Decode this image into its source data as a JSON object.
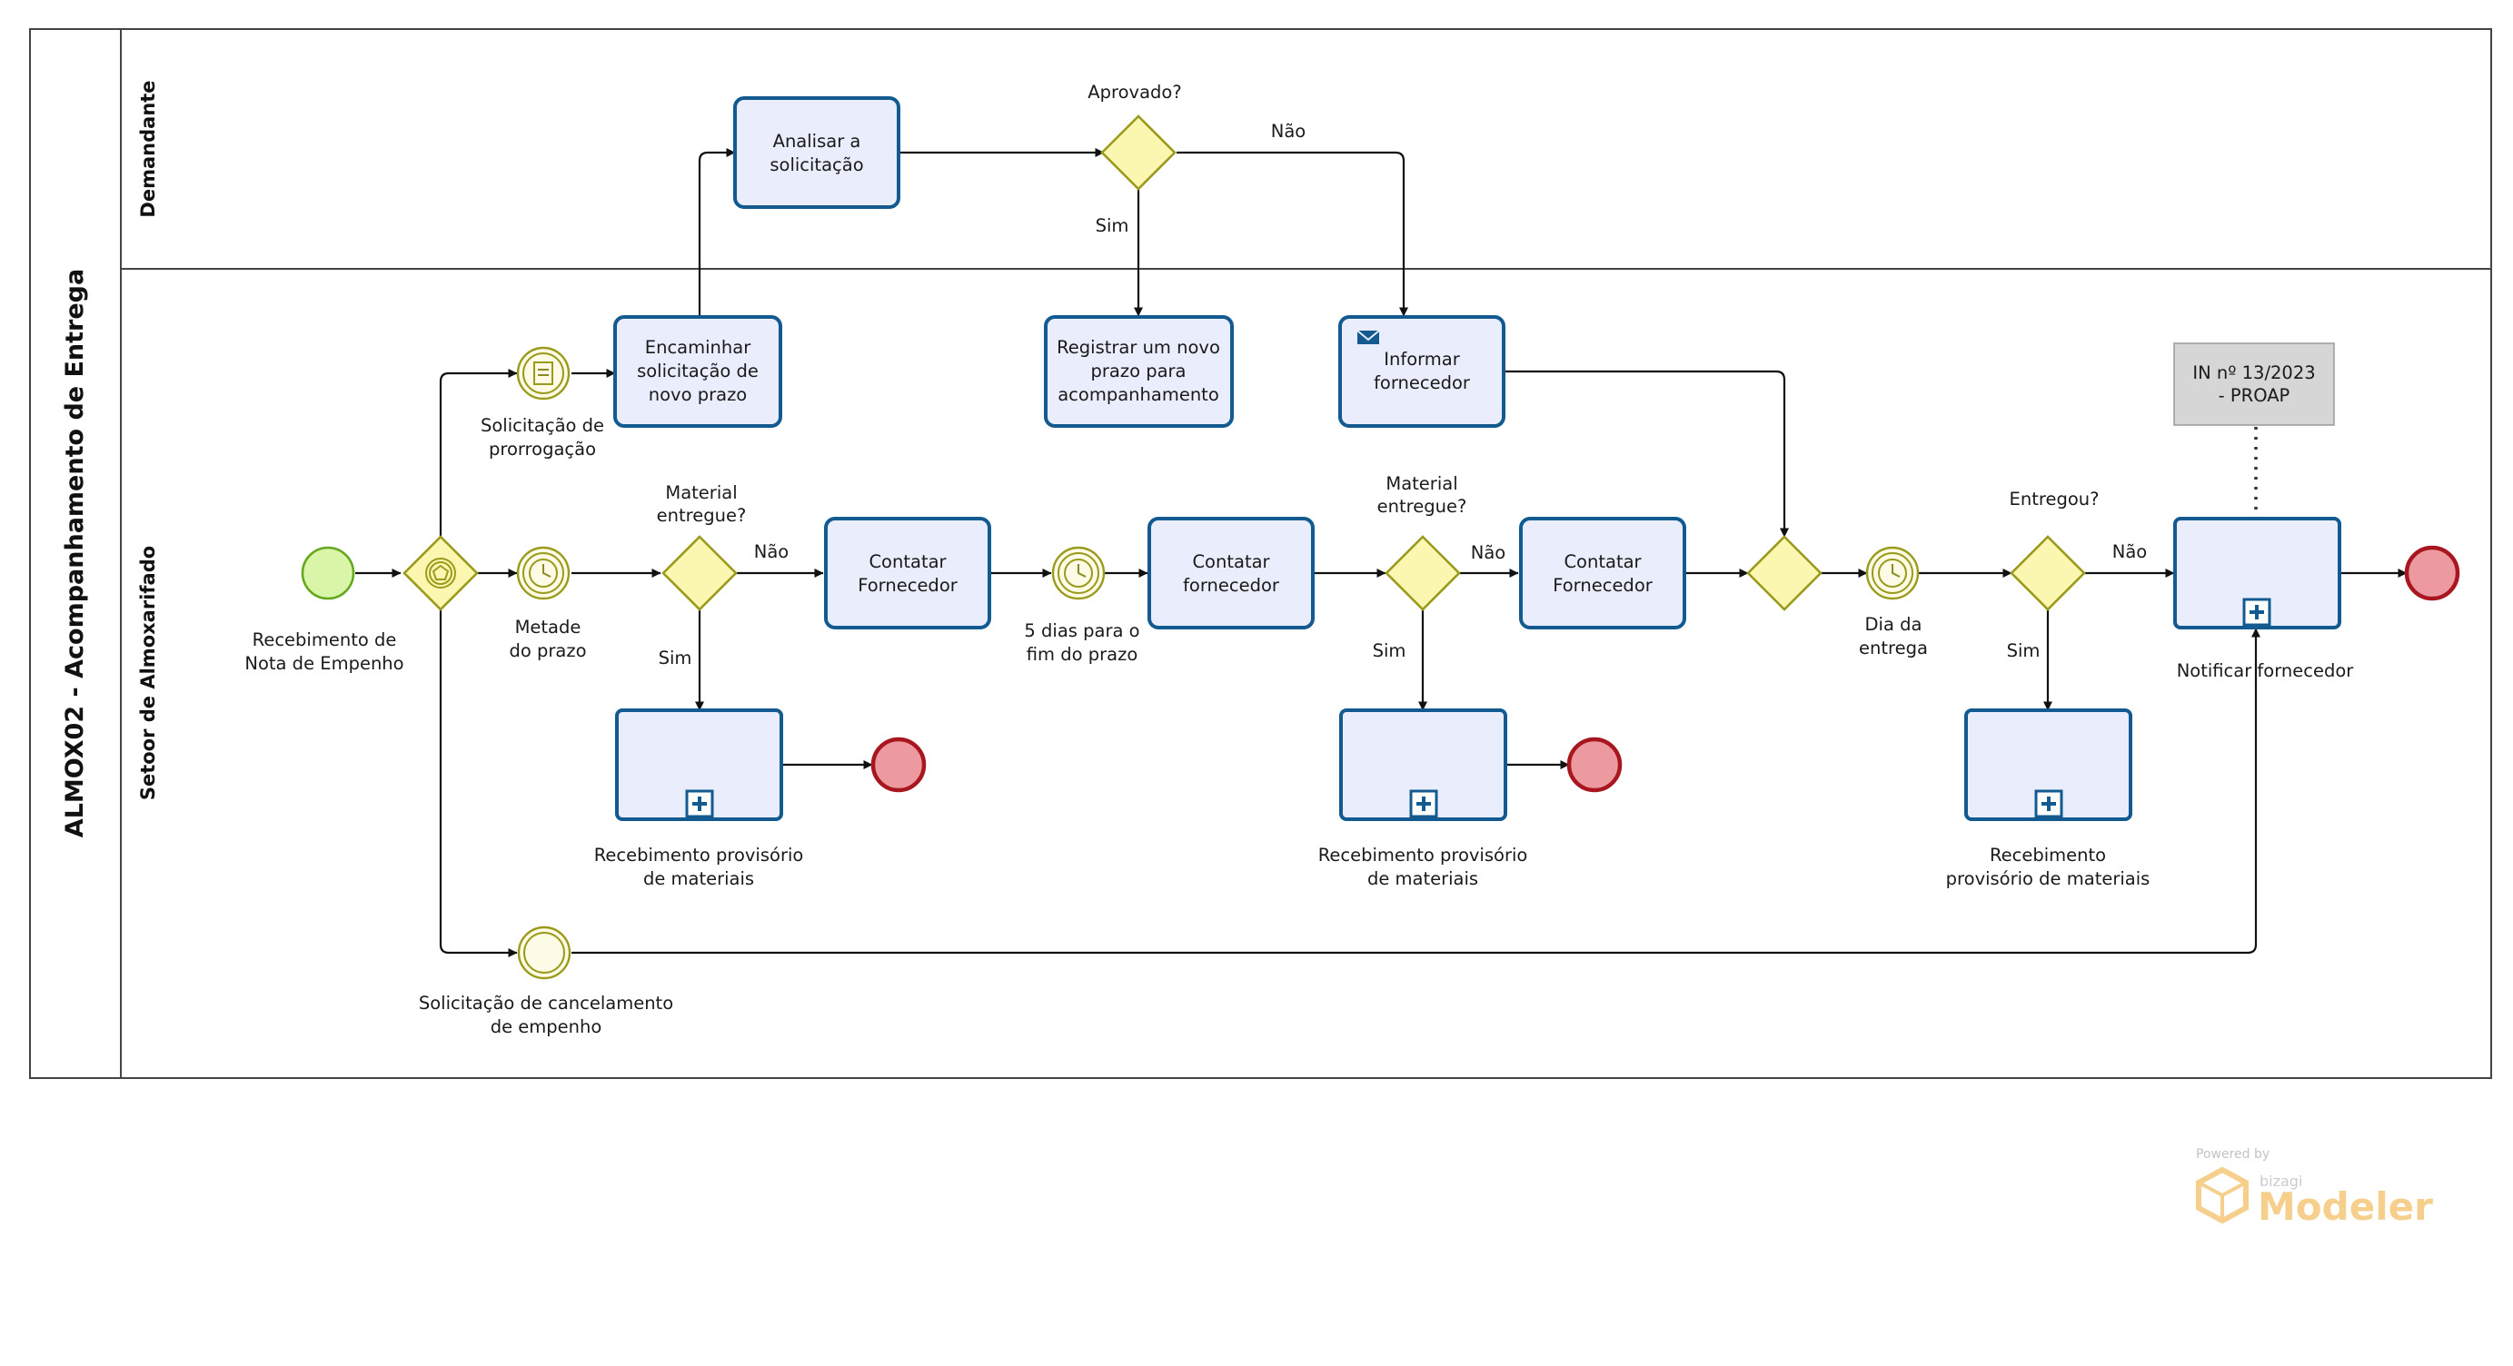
{
  "pool": {
    "title": "ALMOX02 - Acompanhamento de Entrega"
  },
  "lanes": {
    "demandante": "Demandante",
    "almoxarifado": "Setoor de Almoxarifado"
  },
  "tasks": {
    "analisar_l1": "Analisar a",
    "analisar_l2": "solicitação",
    "encaminhar_l1": "Encaminhar",
    "encaminhar_l2": "solicitação de",
    "encaminhar_l3": "novo prazo",
    "registrar_l1": "Registrar um novo",
    "registrar_l2": "prazo para",
    "registrar_l3": "acompanhamento",
    "informar_l1": "Informar",
    "informar_l2": "fornecedor",
    "contatar1_l1": "Contatar",
    "contatar1_l2": "Fornecedor",
    "contatar2_l1": "Contatar",
    "contatar2_l2": "fornecedor",
    "contatar3_l1": "Contatar",
    "contatar3_l2": "Fornecedor"
  },
  "subprocesses": {
    "receb1_l1": "Recebimento provisório",
    "receb1_l2": "de materiais",
    "receb2_l1": "Recebimento provisório",
    "receb2_l2": "de materiais",
    "receb3_l1": "Recebimento",
    "receb3_l2": "provisório de materiais",
    "notificar": "Notificar fornecedor"
  },
  "events": {
    "start_l1": "Recebimento de",
    "start_l2": "Nota de Empenho",
    "prorrogacao_l1": "Solicitação de",
    "prorrogacao_l2": "prorrogação",
    "metade_l1": "Metade",
    "metade_l2": "do prazo",
    "cincodias_l1": "5 dias para o",
    "cincodias_l2": "fim do prazo",
    "diaentrega_l1": "Dia da",
    "diaentrega_l2": "entrega",
    "cancelamento_l1": "Solicitação de cancelamento",
    "cancelamento_l2": "de empenho"
  },
  "gateways": {
    "aprovado": "Aprovado?",
    "material1_l1": "Material",
    "material1_l2": "entregue?",
    "material2_l1": "Material",
    "material2_l2": "entregue?",
    "entregou": "Entregou?"
  },
  "flows": {
    "nao_aprovado": "Não",
    "sim_aprovado": "Sim",
    "nao_m1": "Não",
    "sim_m1": "Sim",
    "nao_m2": "Não",
    "sim_m2": "Sim",
    "nao_entregou": "Não",
    "sim_entregou": "Sim"
  },
  "annotation": {
    "l1": "IN nº 13/2023",
    "l2": "- PROAP"
  },
  "branding": {
    "powered": "Powered by",
    "small": "bizagi",
    "big": "Modeler",
    "color": "#f5c77a"
  },
  "colors": {
    "task_fill": "#e9edfc",
    "task_stroke": "#125a8f",
    "gateway_fill": "#fbf7b0",
    "start_fill": "#d8f5a8",
    "end_fill": "#ec9a9f"
  }
}
